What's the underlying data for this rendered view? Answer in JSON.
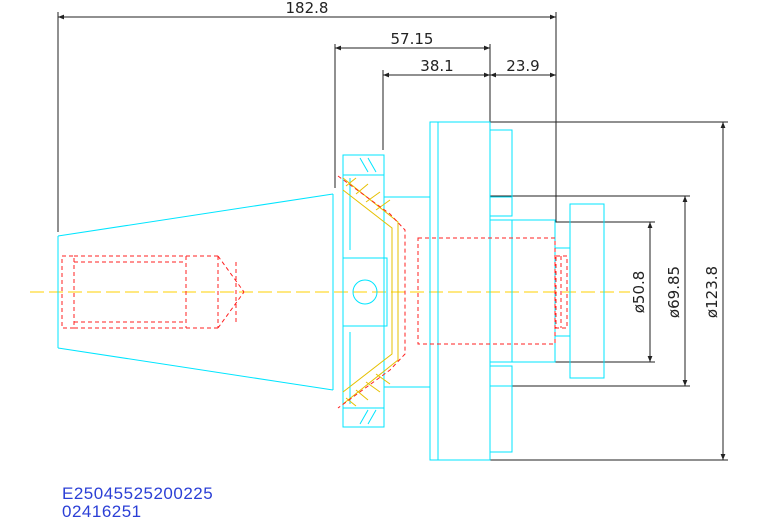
{
  "dimensions": {
    "overall_length": "182.8",
    "flange_to_end": "57.15",
    "flange_to_face": "38.1",
    "face_to_tip": "23.9",
    "dia_small": "ø50.8",
    "dia_mid": "ø69.85",
    "dia_large": "ø123.8"
  },
  "codes": {
    "part_number": "E25045525200225",
    "serial_number": "02416251"
  },
  "colors": {
    "outline": "#00e5ff",
    "hidden": "#ff2020",
    "centerline": "#ffd000",
    "dimension": "#222222",
    "hatch": "#e6c000",
    "code_text": "#2b3fd6"
  }
}
